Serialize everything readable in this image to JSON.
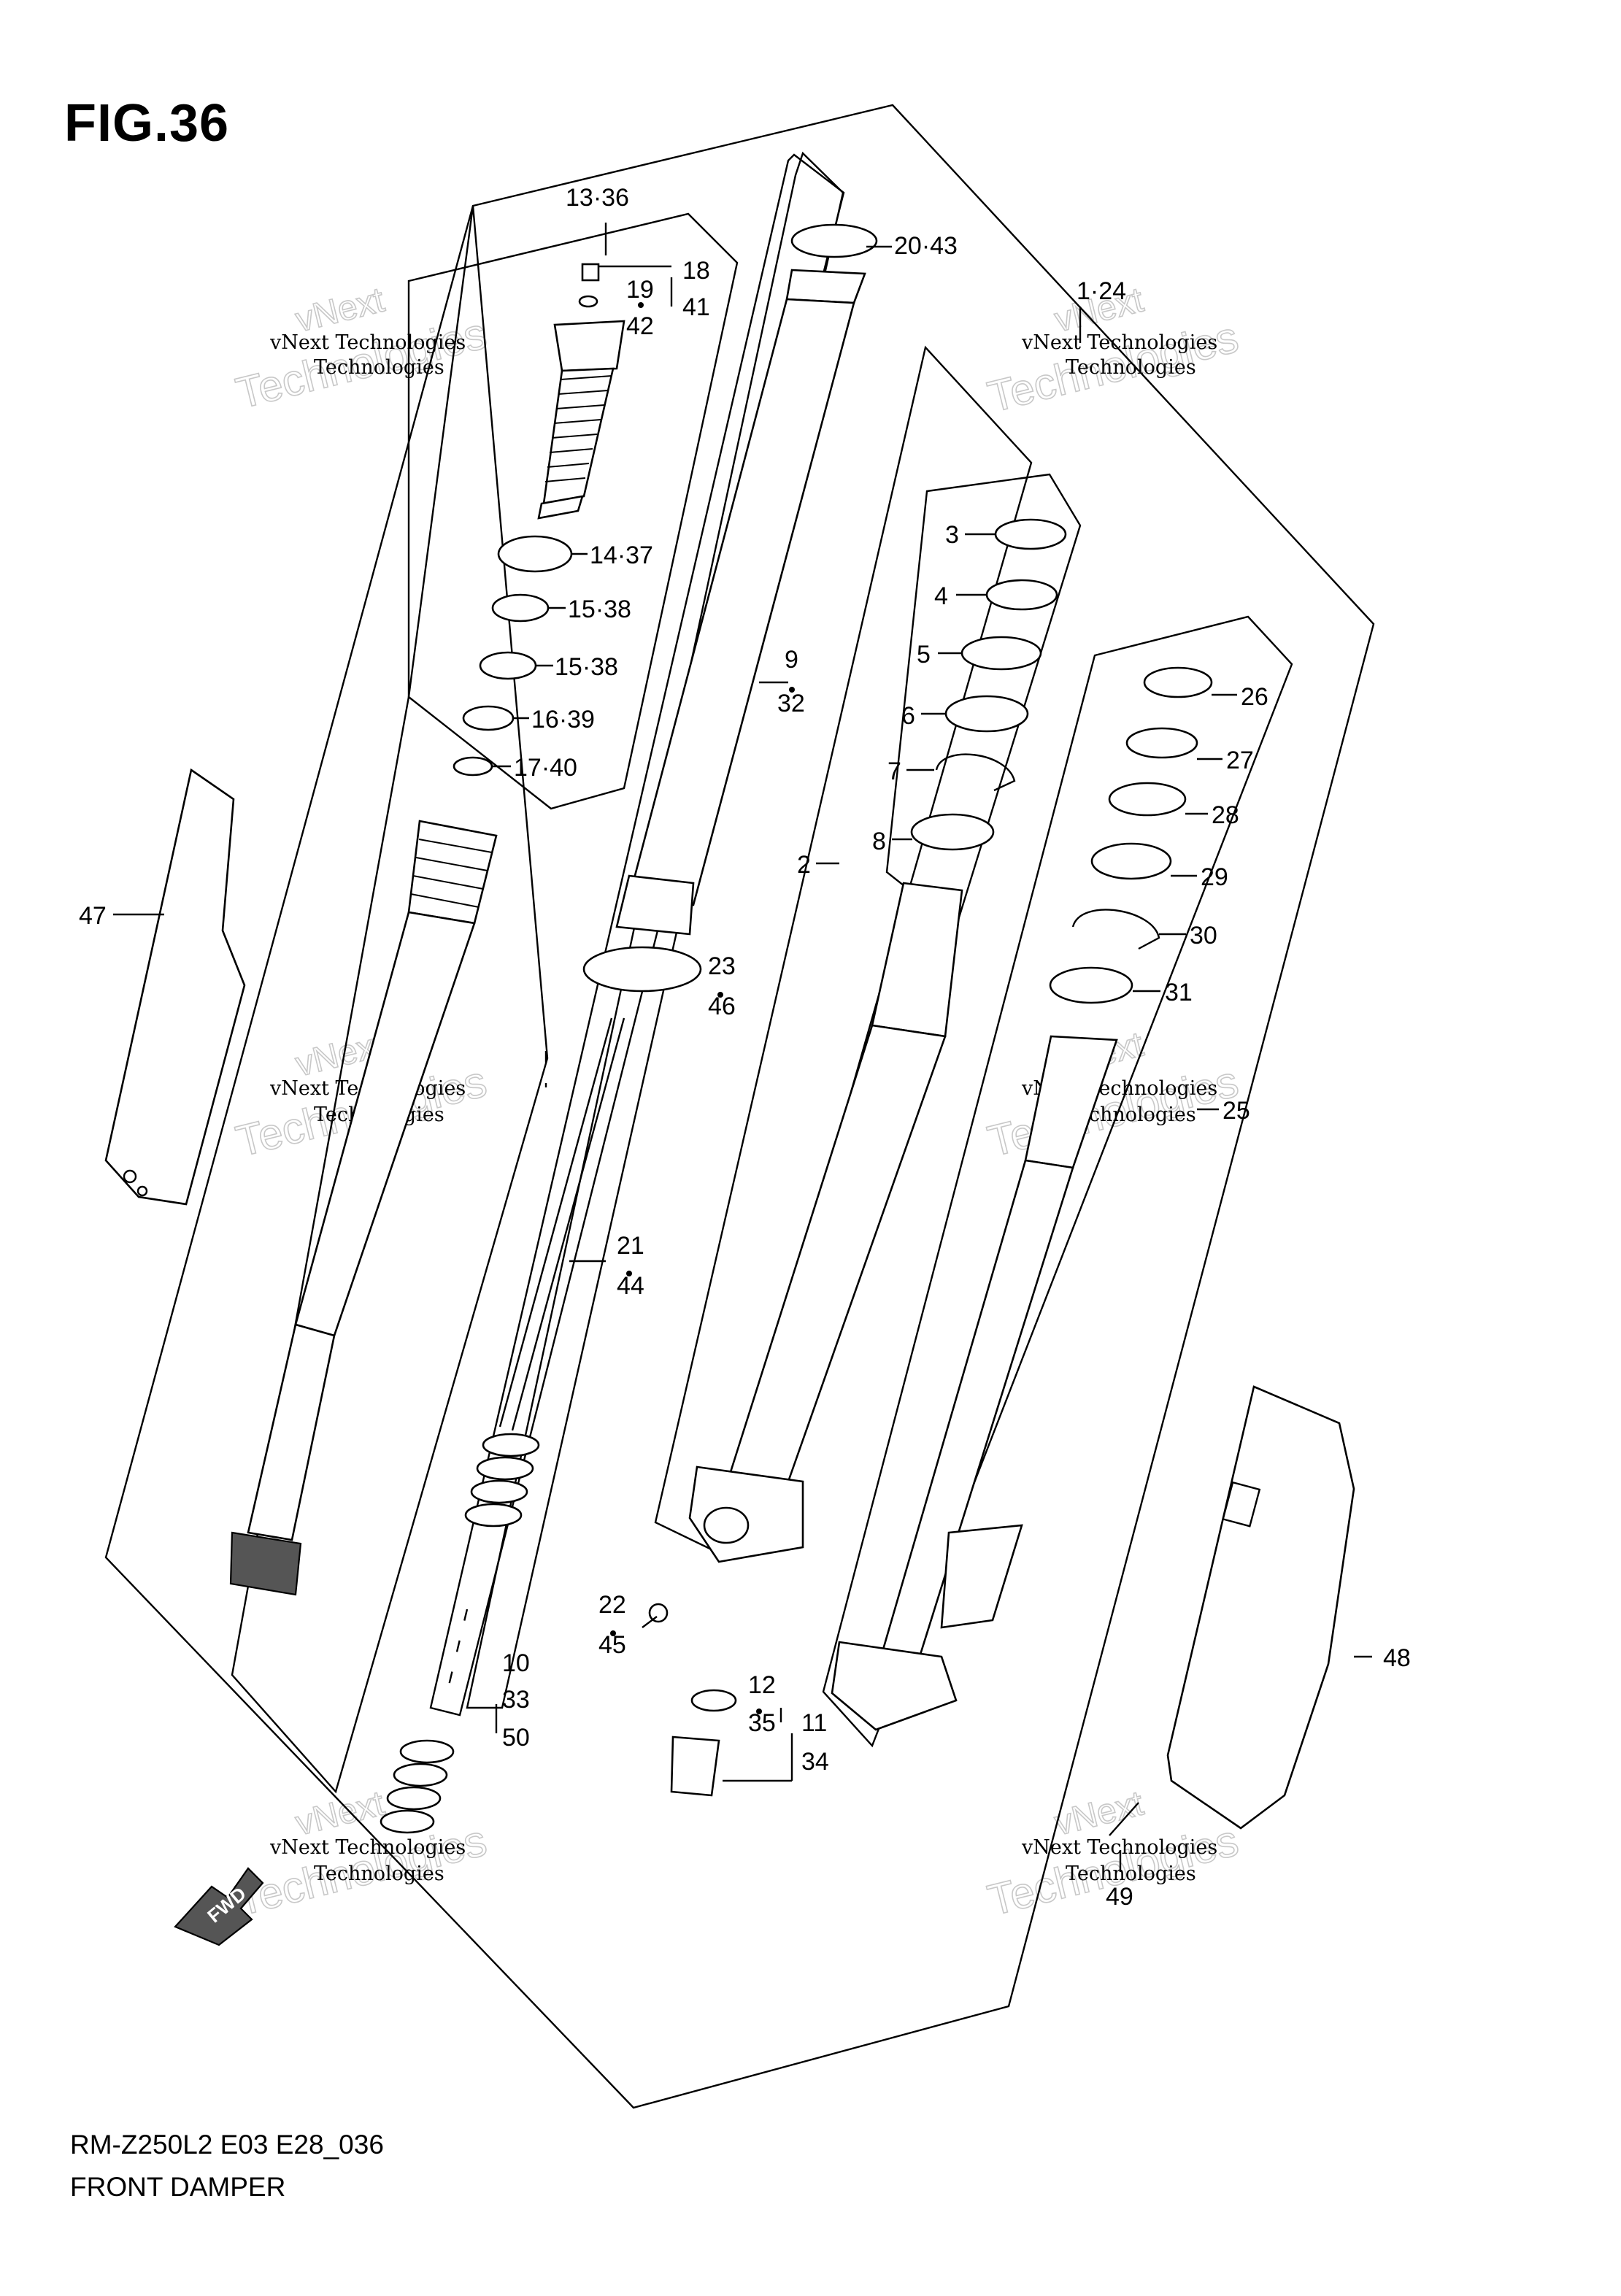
{
  "figure": {
    "title": "FIG.36",
    "model_code": "RM-Z250L2  E03 E28_036",
    "section_name": "FRONT DAMPER"
  },
  "watermark": {
    "line_company": "vNext Technologies",
    "line_vnext": "vNext",
    "line_tech": "Technologies"
  },
  "arrow_label": "FWD",
  "callouts": [
    {
      "id": "c-13-36",
      "text": "13·36"
    },
    {
      "id": "c-18",
      "text": "18"
    },
    {
      "id": "c-19",
      "text": "19"
    },
    {
      "id": "c-41",
      "text": "41"
    },
    {
      "id": "c-42",
      "text": "42"
    },
    {
      "id": "c-14-37",
      "text": "14·37"
    },
    {
      "id": "c-15-38a",
      "text": "15·38"
    },
    {
      "id": "c-15-38b",
      "text": "15·38"
    },
    {
      "id": "c-16-39",
      "text": "16·39"
    },
    {
      "id": "c-17-40",
      "text": "17·40"
    },
    {
      "id": "c-20-43",
      "text": "20·43"
    },
    {
      "id": "c-1-24",
      "text": "1·24"
    },
    {
      "id": "c-9",
      "text": "9"
    },
    {
      "id": "c-32",
      "text": "32"
    },
    {
      "id": "c-3",
      "text": "3"
    },
    {
      "id": "c-4",
      "text": "4"
    },
    {
      "id": "c-5",
      "text": "5"
    },
    {
      "id": "c-6",
      "text": "6"
    },
    {
      "id": "c-7",
      "text": "7"
    },
    {
      "id": "c-8",
      "text": "8"
    },
    {
      "id": "c-2",
      "text": "2"
    },
    {
      "id": "c-26",
      "text": "26"
    },
    {
      "id": "c-27",
      "text": "27"
    },
    {
      "id": "c-28",
      "text": "28"
    },
    {
      "id": "c-29",
      "text": "29"
    },
    {
      "id": "c-30",
      "text": "30"
    },
    {
      "id": "c-31",
      "text": "31"
    },
    {
      "id": "c-25",
      "text": "25"
    },
    {
      "id": "c-47",
      "text": "47"
    },
    {
      "id": "c-23",
      "text": "23"
    },
    {
      "id": "c-46",
      "text": "46"
    },
    {
      "id": "c-21",
      "text": "21"
    },
    {
      "id": "c-44",
      "text": "44"
    },
    {
      "id": "c-22",
      "text": "22"
    },
    {
      "id": "c-45",
      "text": "45"
    },
    {
      "id": "c-10",
      "text": "10"
    },
    {
      "id": "c-33",
      "text": "33"
    },
    {
      "id": "c-50",
      "text": "50"
    },
    {
      "id": "c-12",
      "text": "12"
    },
    {
      "id": "c-35",
      "text": "35"
    },
    {
      "id": "c-11",
      "text": "11"
    },
    {
      "id": "c-34",
      "text": "34"
    },
    {
      "id": "c-48",
      "text": "48"
    },
    {
      "id": "c-49",
      "text": "49"
    }
  ]
}
